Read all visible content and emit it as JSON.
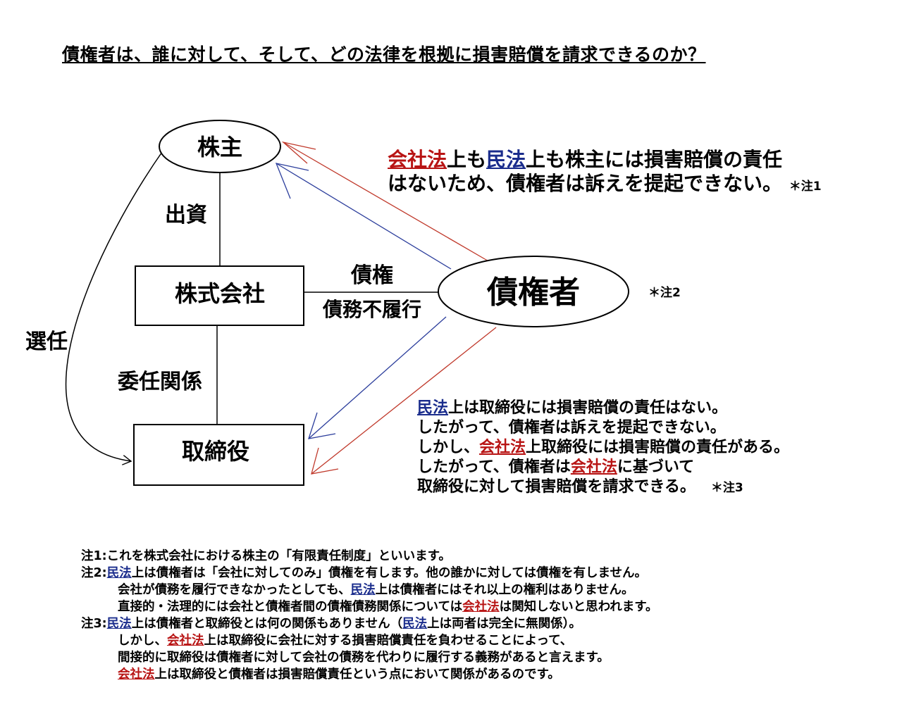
{
  "title": "債権者は、誰に対して、そして、どの法律を根拠に損害賠償を請求できるのか？",
  "nodes": {
    "shareholder": "株主",
    "company": "株式会社",
    "creditor": "債権者",
    "director": "取締役"
  },
  "edge_labels": {
    "investment": "出資",
    "appointment": "選任",
    "mandate": "委任関係",
    "claim": "債権",
    "default": "債務不履行"
  },
  "annotations": {
    "note1_marker": "＊注1",
    "note2_marker": "＊注2",
    "note3_marker": "＊注3",
    "shareholder_text": {
      "law_company": "会社法",
      "part1": "上も",
      "law_civil": "民法",
      "part2": "上も株主には損害賠償の責任",
      "line2": "はないため、債権者は訴えを提起できない。"
    },
    "director_text": {
      "l1_law": "民法",
      "l1_rest": "上は取締役には損害賠償の責任はない。",
      "l2": "したがって、債権者は訴えを提起できない。",
      "l3_pre": "しかし、",
      "l3_law": "会社法",
      "l3_rest": "上取締役には損害賠償の責任がある。",
      "l4_pre": "したがって、債権者は",
      "l4_law": "会社法",
      "l4_rest": "に基づいて",
      "l5": "取締役に対して損害賠償を請求できる。"
    }
  },
  "footnotes": {
    "n1": "注1:これを株式会社における株主の「有限責任制度」といいます。",
    "n2_label": "注2:",
    "n2_l1_law": "民法",
    "n2_l1_rest": "上は債権者は「会社に対してのみ」債権を有します。他の誰かに対しては債権を有しません。",
    "n2_l2_pre": "会社が債務を履行できなかったとしても、",
    "n2_l2_law": "民法",
    "n2_l2_rest": "上は債権者にはそれ以上の権利はありません。",
    "n2_l3_pre": "直接的・法理的には会社と債権者間の債権債務関係については",
    "n2_l3_law": "会社法",
    "n2_l3_rest": "は関知しないと思われます。",
    "n3_label": "注3:",
    "n3_l1_law": "民法",
    "n3_l1_mid": "上は債権者と取締役とは何の関係もありません（",
    "n3_l1_law2": "民法",
    "n3_l1_rest": "上は両者は完全に無関係）。",
    "n3_l2_pre": "しかし、",
    "n3_l2_law": "会社法",
    "n3_l2_rest": "上は取締役に会社に対する損害賠償責任を負わせることによって、",
    "n3_l3": "間接的に取締役は債権者に対して会社の債務を代わりに履行する義務があると言えます。",
    "n3_l4_law": "会社法",
    "n3_l4_rest": "上は取締役と債権者は損害賠償責任という点において関係があるのです。"
  },
  "colors": {
    "company_law": "#b81414",
    "civil_law": "#1a2c8c",
    "red_arrow": "#c0392b",
    "blue_arrow": "#2c3e9c"
  }
}
